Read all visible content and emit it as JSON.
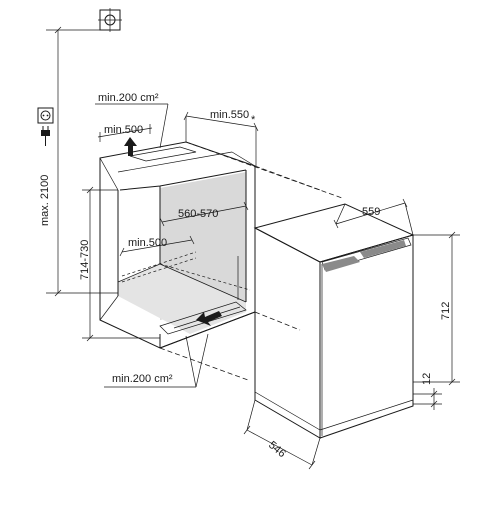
{
  "labels": {
    "vent_top_area": "min.200 cm²",
    "depth_top_min": "min.500",
    "niche_depth_min": "min.550",
    "asterisk": "*",
    "max_height": "max. 2100",
    "niche_height": "714-730",
    "niche_width": "560-570",
    "base_depth_min": "min.500",
    "vent_bottom_area": "min.200 cm²",
    "appliance_width": "559",
    "appliance_height": "712",
    "plinth_offset": "12",
    "appliance_depth": "546"
  },
  "icons": {
    "top": "water-connection-symbol-icon",
    "side": "power-socket-icon"
  },
  "colors": {
    "line": "#1a1a1a",
    "niche_interior": "#d9d9d9",
    "grille": "#bfbfbf",
    "background": "#ffffff"
  }
}
